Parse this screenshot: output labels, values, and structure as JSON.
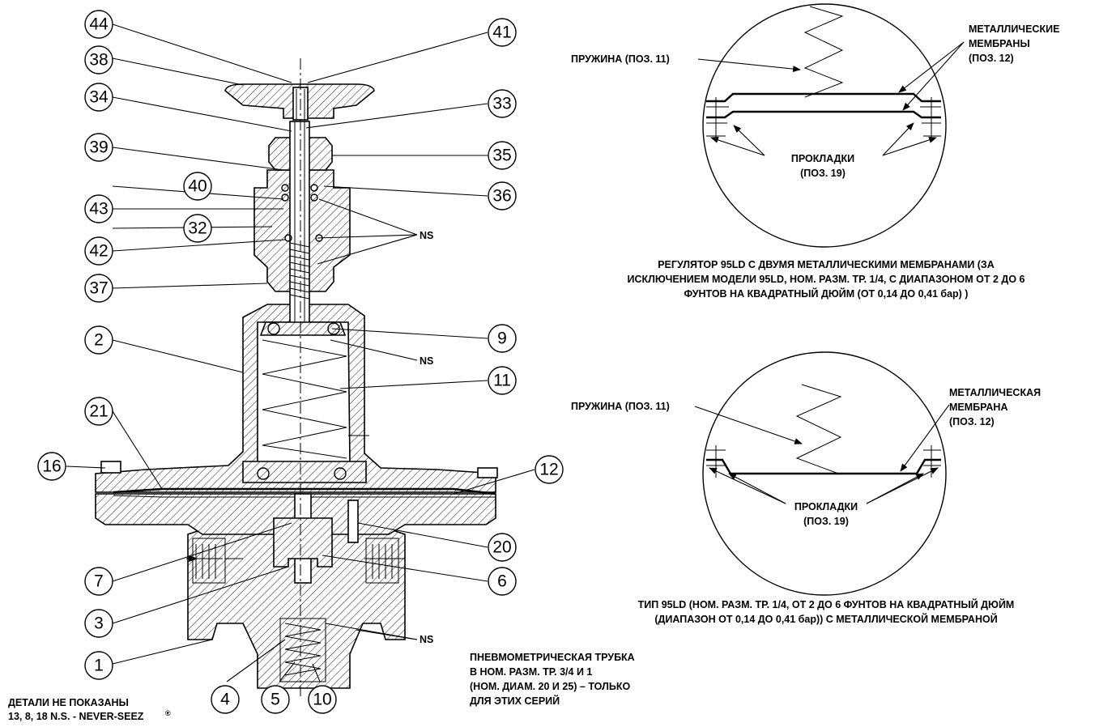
{
  "callouts": [
    "44",
    "41",
    "38",
    "33",
    "34",
    "35",
    "39",
    "36",
    "40",
    "43",
    "32",
    "42",
    "37",
    "9",
    "2",
    "11",
    "21",
    "16",
    "12",
    "20",
    "7",
    "6",
    "3",
    "1",
    "4",
    "5",
    "10"
  ],
  "ns_label": "NS",
  "detail_top": {
    "spring": "ПРУЖИНА (ПОЗ. 11)",
    "diaphragm": [
      "МЕТАЛЛИЧЕСКИЕ",
      "МЕМБРАНЫ",
      "(ПОЗ. 12)"
    ],
    "gaskets": [
      "ПРОКЛАДКИ",
      "(ПОЗ. 19)"
    ],
    "caption": [
      "РЕГУЛЯТОР 95LD С ДВУМЯ МЕТАЛЛИЧЕСКИМИ МЕМБРАНАМИ (ЗА",
      "ИСКЛЮЧЕНИЕМ МОДЕЛИ 95LD, НОМ. РАЗМ. ТР. 1/4,  С ДИАПАЗОНОМ ОТ 2 ДО 6",
      "ФУНТОВ НА КВАДРАТНЫЙ ДЮЙМ (ОТ 0,14 ДО 0,41 бар) )"
    ]
  },
  "detail_bottom": {
    "spring": "ПРУЖИНА (ПОЗ. 11)",
    "diaphragm": [
      "МЕТАЛЛИЧЕСКАЯ",
      "МЕМБРАНА",
      "(ПОЗ. 12)"
    ],
    "gaskets": [
      "ПРОКЛАДКИ",
      "(ПОЗ. 19)"
    ],
    "caption": [
      "ТИП 95LD (НОМ. РАЗМ. ТР. 1/4, ОТ 2 ДО 6 ФУНТОВ НА КВАДРАТНЫЙ ДЮЙМ",
      "(ДИАПАЗОН ОТ 0,14 ДО 0,41 бар)) С МЕТАЛЛИЧЕСКОЙ МЕМБРАНОЙ"
    ]
  },
  "pitot_note": [
    "ПНЕВМОМЕТРИЧЕСКАЯ ТРУБКА",
    "В НОМ. РАЗМ. ТР. 3/4 И 1",
    "(НОМ. ДИАМ. 20 И 25) – ТОЛЬКО",
    "ДЛЯ ЭТИХ СЕРИЙ"
  ],
  "parts_note": [
    "ДЕТАЛИ НЕ ПОКАЗАНЫ",
    "13, 8, 18 N.S. - NEVER-SEEZ"
  ],
  "registered_mark": "®"
}
